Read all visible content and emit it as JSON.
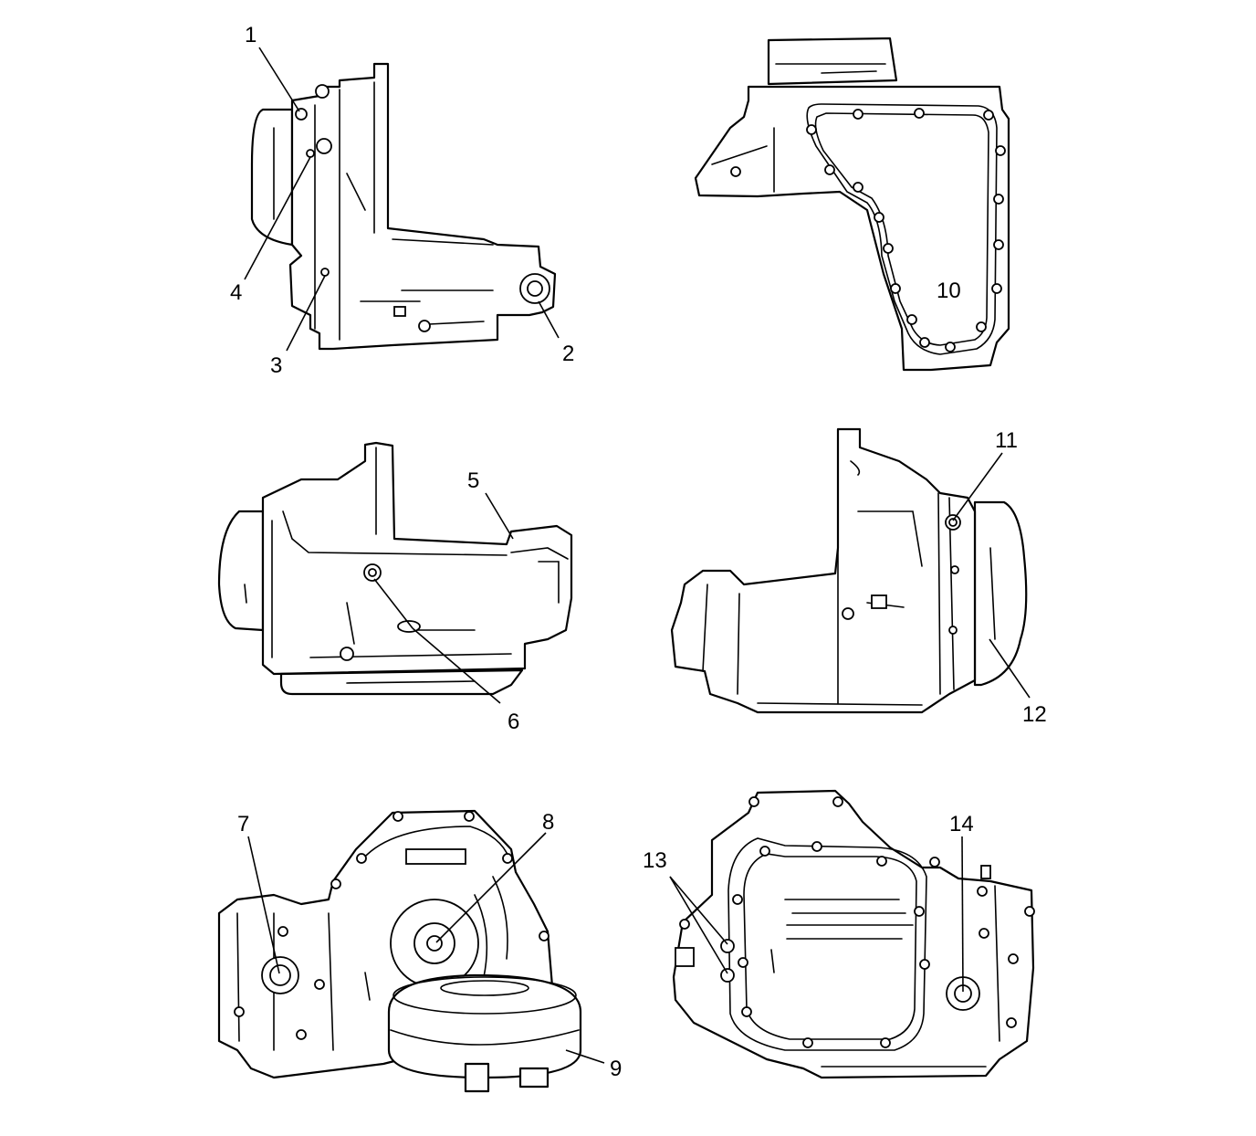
{
  "callouts": [
    {
      "id": "c1",
      "label": "1"
    },
    {
      "id": "c2",
      "label": "2"
    },
    {
      "id": "c3",
      "label": "3"
    },
    {
      "id": "c4",
      "label": "4"
    },
    {
      "id": "c5",
      "label": "5"
    },
    {
      "id": "c6",
      "label": "6"
    },
    {
      "id": "c7",
      "label": "7"
    },
    {
      "id": "c8",
      "label": "8"
    },
    {
      "id": "c9",
      "label": "9"
    },
    {
      "id": "c10",
      "label": "10"
    },
    {
      "id": "c11",
      "label": "11"
    },
    {
      "id": "c12",
      "label": "12"
    },
    {
      "id": "c13",
      "label": "13"
    },
    {
      "id": "c14",
      "label": "14"
    }
  ],
  "colors": {
    "line": "#000000",
    "background": "#ffffff"
  }
}
